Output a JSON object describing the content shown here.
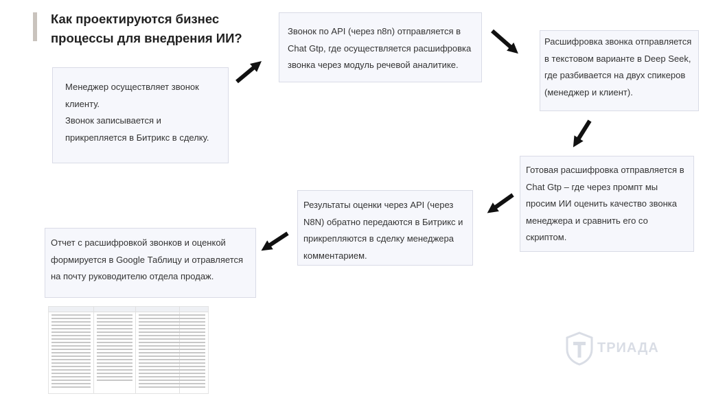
{
  "title": "Как проектируются бизнес процессы для внедрения ИИ?",
  "steps": {
    "s1": [
      "Менеджер осуществляет звонок клиенту.",
      "Звонок записывается и прикрепляется в Битрикс в сделку."
    ],
    "s2": "Звонок по API (через n8n) отправляется в Chat Gtp, где осуществляется расшифровка звонка через модуль речевой аналитике.",
    "s3": "Расшифровка звонка отправляется в текстовом варианте в Deep Seek, где разбивается на двух спикеров (менеджер и клиент).",
    "s4": "Готовая расшифровка отправляется в Chat Gtp – где через промпт мы просим ИИ оценить качество звонка менеджера и сравнить его со скриптом.",
    "s5": "Результаты оценки через API (через N8N) обратно передаются в Битрикс и прикрепляются в сделку менеджера комментарием.",
    "s6": "Отчет с расшифровкой звонков и оценкой формируется в Google Таблицу и отравляется на почту руководителю отдела продаж."
  },
  "logo": {
    "text": "ТРИАДА"
  },
  "colors": {
    "box_bg": "#f6f7fc",
    "box_border": "#d9dbe6",
    "arrow": "#111111",
    "accent_bar": "#c9c3bd"
  }
}
